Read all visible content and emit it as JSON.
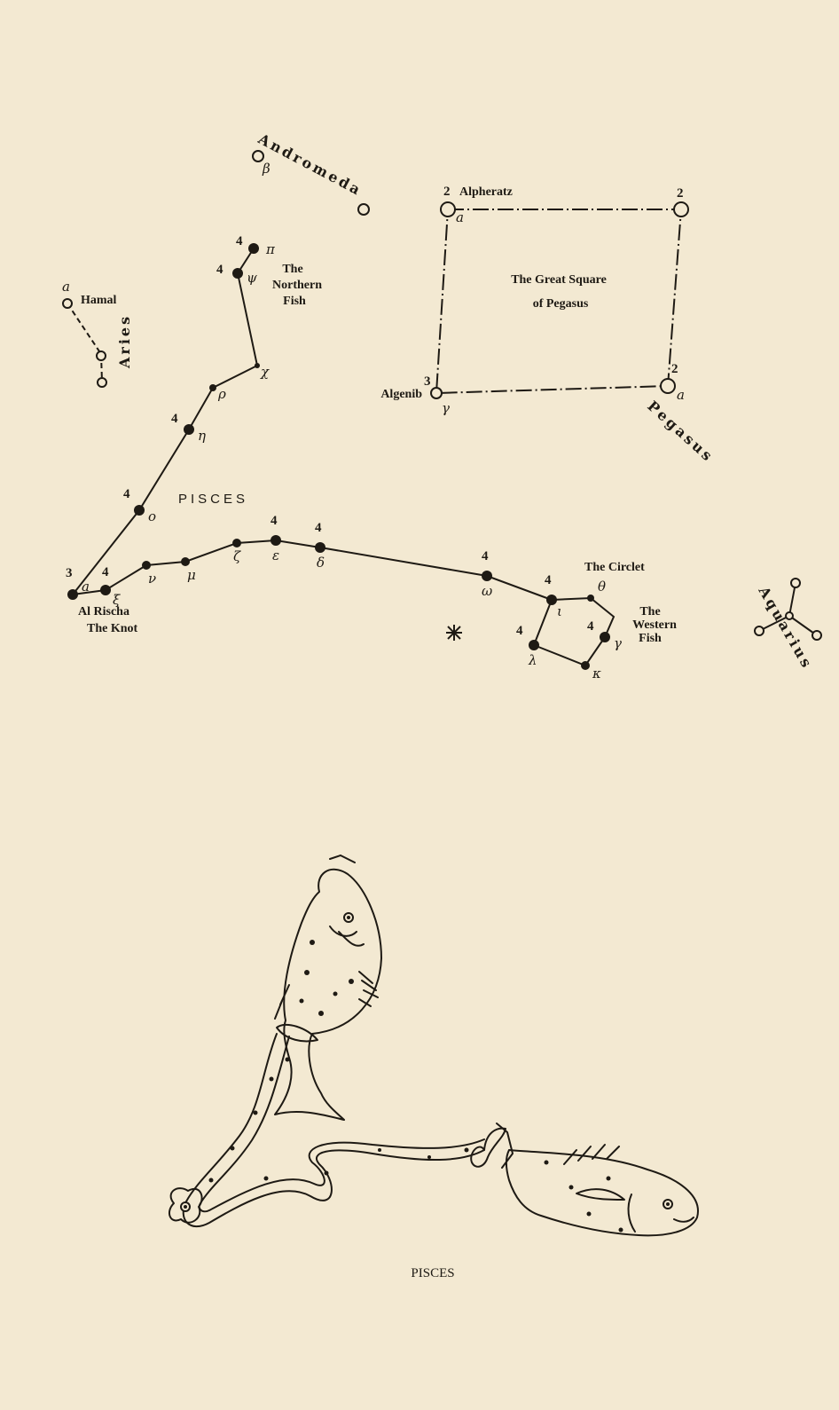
{
  "labels": {
    "andromeda": "Andromeda",
    "beta": "β",
    "alpheratz_mag": "2",
    "alpheratz": "Alpheratz",
    "alpheratz_greek": "a",
    "pegasus_mag_top": "2",
    "great_square_1": "The Great Square",
    "great_square_2": "of Pegasus",
    "algenib_mag": "3",
    "algenib": "Algenib",
    "algenib_greek": "γ",
    "pegasus_mag_bottom": "2",
    "pegasus_greek": "a",
    "pegasus": "Pegasus",
    "hamal_greek": "a",
    "hamal": "Hamal",
    "aries": "Aries",
    "northern_fish_1": "The",
    "northern_fish_2": "Northern",
    "northern_fish_3": "Fish",
    "pisces": "PISCES",
    "al_rischa": "Al Rischa",
    "the_knot": "The Knot",
    "the_circlet": "The Circlet",
    "western_fish_1": "The",
    "western_fish_2": "Western",
    "western_fish_3": "Fish",
    "aquarius": "Aquarius",
    "caption": "PISCES"
  },
  "stars": [
    {
      "greek": "π",
      "mag": "4"
    },
    {
      "greek": "ψ",
      "mag": "4"
    },
    {
      "greek": "χ",
      "mag": ""
    },
    {
      "greek": "ρ",
      "mag": ""
    },
    {
      "greek": "η",
      "mag": "4"
    },
    {
      "greek": "ο",
      "mag": "4"
    },
    {
      "greek": "a",
      "mag": "3"
    },
    {
      "greek": "ξ",
      "mag": "4"
    },
    {
      "greek": "ν",
      "mag": ""
    },
    {
      "greek": "μ",
      "mag": ""
    },
    {
      "greek": "ζ",
      "mag": ""
    },
    {
      "greek": "ε",
      "mag": "4"
    },
    {
      "greek": "δ",
      "mag": "4"
    },
    {
      "greek": "ω",
      "mag": "4"
    },
    {
      "greek": "ι",
      "mag": "4"
    },
    {
      "greek": "θ",
      "mag": ""
    },
    {
      "greek": "γ",
      "mag": "4"
    },
    {
      "greek": "κ",
      "mag": ""
    },
    {
      "greek": "λ",
      "mag": "4"
    }
  ]
}
